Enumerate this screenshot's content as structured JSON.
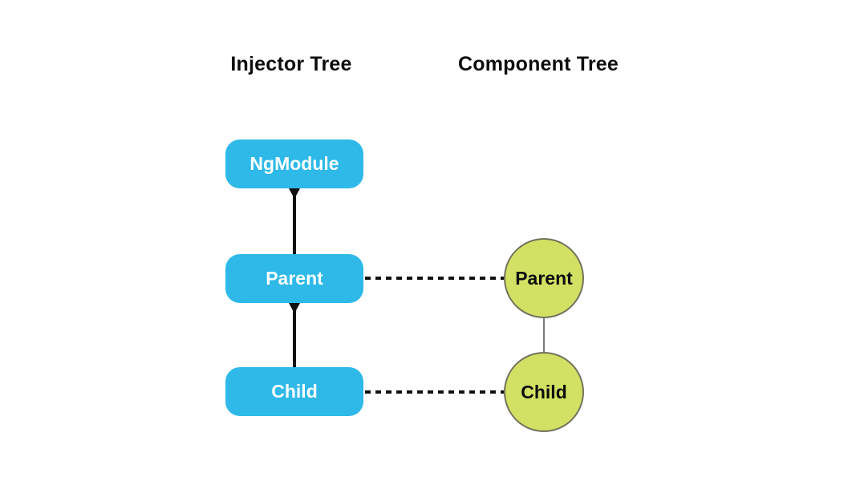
{
  "diagram": {
    "background_color": "#ffffff",
    "injector_tree": {
      "title": "Injector Tree",
      "node_color": "#2EB9E8",
      "node_text_color": "#ffffff",
      "nodes": [
        {
          "label": "NgModule"
        },
        {
          "label": "Parent"
        },
        {
          "label": "Child"
        }
      ]
    },
    "component_tree": {
      "title": "Component Tree",
      "node_color": "#D2E163",
      "node_border_color": "#72725E",
      "node_text_color": "#0D0D0D",
      "nodes": [
        {
          "label": "Parent"
        },
        {
          "label": "Child"
        }
      ]
    },
    "connectors": {
      "solid_arrow_color": "#111111",
      "dashed_line_color": "#111111",
      "thin_line_color": "#7B7B7B"
    }
  }
}
